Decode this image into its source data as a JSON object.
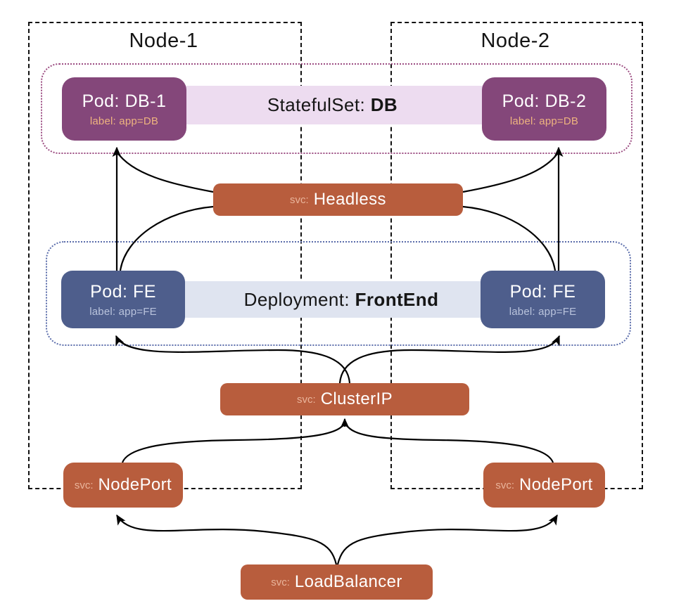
{
  "nodes": [
    {
      "title": "Node-1"
    },
    {
      "title": "Node-2"
    }
  ],
  "statefulset": {
    "band_prefix": "StatefulSet: ",
    "band_name": "DB",
    "pods": [
      {
        "title": "Pod: DB-1",
        "label": "label: app=DB"
      },
      {
        "title": "Pod: DB-2",
        "label": "label: app=DB"
      }
    ]
  },
  "deployment": {
    "band_prefix": "Deployment: ",
    "band_name": "FrontEnd",
    "pods": [
      {
        "title": "Pod: FE",
        "label": "label: app=FE"
      },
      {
        "title": "Pod: FE",
        "label": "label: app=FE"
      }
    ]
  },
  "services": {
    "headless": {
      "prefix": "svc:",
      "name": "Headless"
    },
    "clusterip": {
      "prefix": "svc:",
      "name": "ClusterIP"
    },
    "nodeport_left": {
      "prefix": "svc:",
      "name": "NodePort"
    },
    "nodeport_right": {
      "prefix": "svc:",
      "name": "NodePort"
    },
    "loadbalancer": {
      "prefix": "svc:",
      "name": "LoadBalancer"
    }
  },
  "colors": {
    "pod_db_bg": "#84477a",
    "pod_fe_bg": "#4e5e8c",
    "service_bg": "#b85d3d",
    "statefulset_band": "#eddcf0",
    "deployment_band": "#dfe4f0",
    "statefulset_border": "#9c4d82",
    "deployment_border": "#5b6dab",
    "node_border": "#111111",
    "db_label_text": "#eeb47f",
    "fe_label_text": "#b9c3dc",
    "svc_prefix_text": "#e9b49b",
    "arrow": "#000000"
  }
}
